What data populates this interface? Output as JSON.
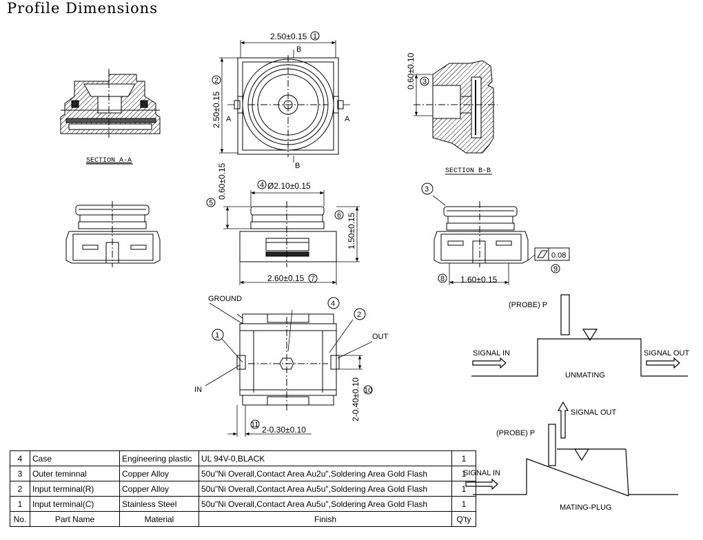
{
  "title": "Profile Dimensions",
  "views": {
    "section_aa": "SECTION A-A",
    "section_bb": "SECTION B-B"
  },
  "dimensions": {
    "top_width": "2.50±0.15",
    "top_height": "2.50±0.15",
    "section_b_height": "0.60±0.10",
    "front_dia": "Ø2.10±0.15",
    "front_height_small": "0.60±0.15",
    "front_height": "1.50±0.15",
    "front_width": "2.60±0.15",
    "side_width": "1.60±0.15",
    "bottom_pad_height": "2-0.40±0.10",
    "bottom_pad_width": "2-0.30±0.10",
    "flatness": "0.08"
  },
  "balloons": [
    "1",
    "2",
    "3",
    "4",
    "5",
    "6",
    "7",
    "8",
    "9",
    "10",
    "11"
  ],
  "section_marks": {
    "a": "A",
    "b": "B"
  },
  "labels": {
    "ground": "GROUND",
    "out": "OUT",
    "in": "IN"
  },
  "probe_diagrams": {
    "probe_label": "(PROBE) P",
    "signal_in": "SIGNAL IN",
    "signal_out": "SIGNAL OUT",
    "unmating": "UNMATING",
    "mating": "MATING-PLUG"
  },
  "parts_table": {
    "header": {
      "no": "No.",
      "name": "Part Name",
      "material": "Material",
      "finish": "Finish",
      "qty": "Q'ty"
    },
    "rows": [
      {
        "no": "4",
        "name": "Case",
        "material": "Engineering plastic",
        "finish": "UL 94V-0,BLACK",
        "qty": "1"
      },
      {
        "no": "3",
        "name": "Outer teminnal",
        "material": "Copper Alloy",
        "finish": "50u\"Ni Overall,Contact Area Au2u\",Soldering Area Gold Flash",
        "qty": "1"
      },
      {
        "no": "2",
        "name": "Input terminal(R)",
        "material": "Copper Alloy",
        "finish": "50u\"Ni Overall,Contact Area Au5u\",Soldering Area Gold Flash",
        "qty": "1"
      },
      {
        "no": "1",
        "name": "Input terminal(C)",
        "material": "Stainless Steel",
        "finish": "50u\"Ni Overall,Contact Area Au5u\",Soldering Area Gold Flash",
        "qty": "1"
      }
    ]
  }
}
